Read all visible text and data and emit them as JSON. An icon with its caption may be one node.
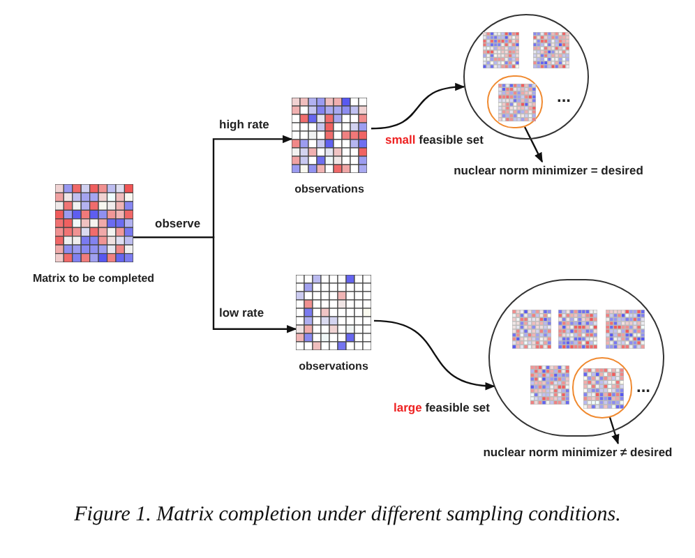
{
  "diagram": {
    "caption": "Figure 1. Matrix completion under different sampling conditions.",
    "nodes": [
      {
        "text": [
          "Matrix to be completed"
        ]
      },
      {
        "text": [
          "observations"
        ]
      },
      {
        "text": [
          "observations"
        ]
      },
      {
        "text": [
          "..."
        ]
      },
      {
        "text": [],
        "shape": "picture",
        "in": 3
      },
      {
        "text": [],
        "shape": "picture",
        "in": 3
      },
      {
        "text": [],
        "shape": "circle",
        "in": 3
      },
      {
        "text": [],
        "shape": "picture",
        "in": 6
      },
      {
        "text": [
          "nuclear norm minimizer = desired"
        ]
      },
      {
        "text": [
          "..."
        ]
      },
      {
        "text": [],
        "shape": "picture",
        "in": 9
      },
      {
        "text": [],
        "shape": "picture",
        "in": 9
      },
      {
        "text": [],
        "shape": "picture",
        "in": 9
      },
      {
        "text": [],
        "shape": "picture",
        "in": 9
      },
      {
        "text": [],
        "shape": "circle",
        "in": 9
      },
      {
        "text": [],
        "shape": "picture",
        "in": 14
      },
      {
        "text": [
          "nuclear norm minimizer ≠ desired"
        ]
      }
    ],
    "edges": [
      {
        "from": 0,
        "to": 1,
        "arrow": "to",
        "label": "high rate"
      },
      {
        "from": 0,
        "to": 2,
        "arrow": "to",
        "label": "low rate"
      },
      {
        "from": 1,
        "to": 3,
        "arrow": "to",
        "label": "small feasible set"
      },
      {
        "from": 6,
        "to": 8,
        "arrow": "to"
      },
      {
        "from": 2,
        "to": 9,
        "arrow": "to",
        "label": "large feasible set"
      },
      {
        "from": 14,
        "to": 16,
        "arrow": "to"
      }
    ],
    "labels": [
      "observe"
    ]
  }
}
